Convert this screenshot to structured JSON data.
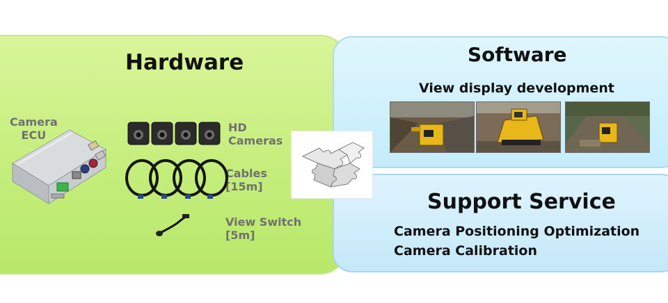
{
  "hardware": {
    "title": "Hardware",
    "ecu_label": [
      "Camera",
      "ECU"
    ],
    "cameras_label": [
      "HD",
      "Cameras"
    ],
    "cables_label": [
      "Cables",
      "[15m]"
    ],
    "switch_label": [
      "View Switch",
      "[5m]"
    ]
  },
  "software": {
    "title": "Software",
    "subtitle": "View display development"
  },
  "support": {
    "title": "Support Service",
    "items": [
      "Camera Positioning Optimization",
      "Camera Calibration"
    ]
  },
  "colors": {
    "hardware_bg": "#c5ee7c",
    "software_bg": "#c4ecfb",
    "support_bg": "#c5e8f9",
    "label_gray": "#707070",
    "excavator_yellow": "#e8b81a"
  },
  "icons": [
    "camera-ecu-icon",
    "hd-camera-icon",
    "cable-coil-icon",
    "view-switch-icon",
    "puzzle-icon"
  ]
}
